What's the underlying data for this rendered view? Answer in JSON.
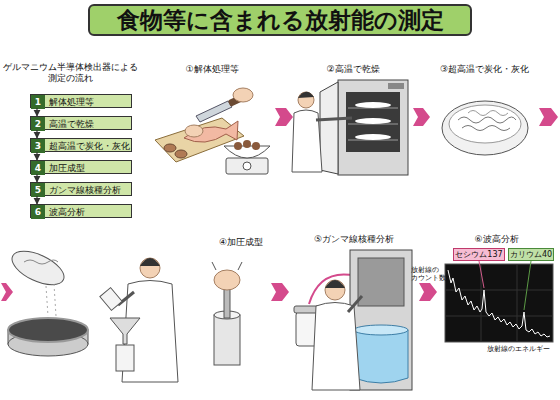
{
  "diagram": {
    "title": "食物等に含まれる放射能の測定",
    "nodes": [
      {
        "text": [
          "ゲルマニウム半導体検出器による 測定の流れ"
        ]
      },
      {
        "text": [
          "1",
          "解体処理等"
        ],
        "in": 0
      },
      {
        "text": [
          "2",
          "高温で乾燥"
        ],
        "in": 0
      },
      {
        "text": [
          "3",
          "超高温で炭化・灰化"
        ],
        "in": 0
      },
      {
        "text": [
          "4",
          "加圧成型"
        ],
        "in": 0
      },
      {
        "text": [
          "5",
          "ガンマ線核種分析"
        ],
        "in": 0
      },
      {
        "text": [
          "6",
          "波高分析"
        ],
        "in": 0
      },
      {
        "text": [
          "①解体処理等"
        ]
      },
      {
        "text": [
          "②高温で乾燥"
        ]
      },
      {
        "text": [
          "③超高温で炭化・灰化"
        ]
      },
      {
        "text": [
          "④加圧成型"
        ]
      },
      {
        "text": [
          "⑤ガンマ線核種分析"
        ]
      },
      {
        "text": [
          "⑥波高分析"
        ]
      },
      {
        "text": [
          "セシウム137"
        ],
        "in": 12
      },
      {
        "text": [
          "カリウム40"
        ],
        "in": 12
      }
    ],
    "edges": [
      {
        "from": 1,
        "to": 2,
        "arrow": "to"
      },
      {
        "from": 2,
        "to": 3,
        "arrow": "to"
      },
      {
        "from": 3,
        "to": 4,
        "arrow": "to"
      },
      {
        "from": 4,
        "to": 5,
        "arrow": "to"
      },
      {
        "from": 5,
        "to": 6,
        "arrow": "to"
      },
      {
        "from": 7,
        "to": 8,
        "arrow": "to"
      },
      {
        "from": 8,
        "to": 9,
        "arrow": "to"
      },
      {
        "from": 9,
        "to": 10,
        "arrow": "to"
      },
      {
        "from": 10,
        "to": 11,
        "arrow": "to"
      },
      {
        "from": 11,
        "to": 12,
        "arrow": "to"
      }
    ],
    "labels": [
      "放射線の カウント数",
      "放射線のエネルギー"
    ]
  }
}
